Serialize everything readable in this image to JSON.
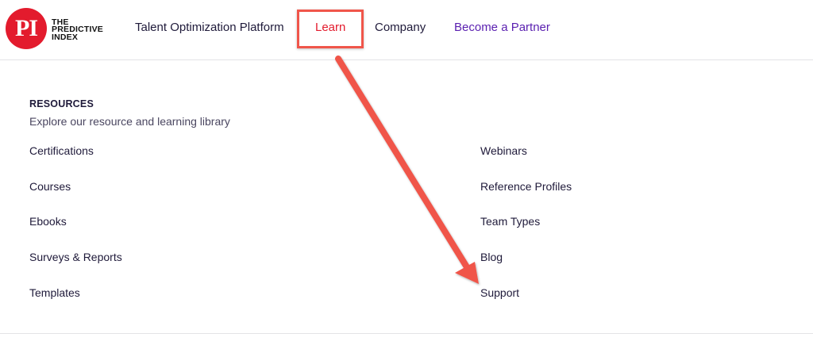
{
  "logo": {
    "mark": "PI",
    "line1": "THE",
    "line2": "PREDICTIVE",
    "line3": "INDEX"
  },
  "nav": {
    "platform": "Talent Optimization Platform",
    "learn": "Learn",
    "company": "Company",
    "partner": "Become a Partner"
  },
  "resources": {
    "title": "RESOURCES",
    "subtitle": "Explore our resource and learning library",
    "left": [
      "Certifications",
      "Courses",
      "Ebooks",
      "Surveys & Reports",
      "Templates"
    ],
    "right": [
      "Webinars",
      "Reference Profiles",
      "Team Types",
      "Blog",
      "Support"
    ]
  },
  "colors": {
    "brand_red": "#e31b2d",
    "annotation_red": "#f0554a",
    "partner_purple": "#5a1fb0",
    "text": "#1f1a3a"
  }
}
